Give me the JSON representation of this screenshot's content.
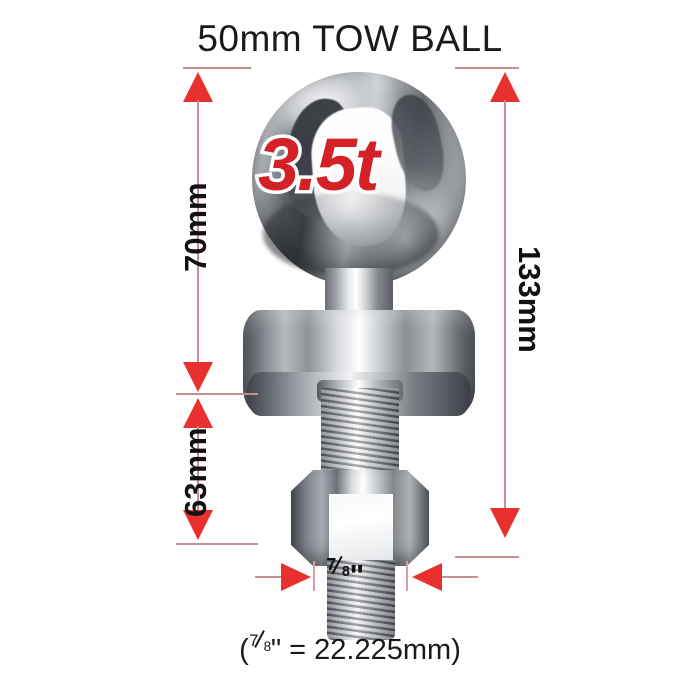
{
  "title": "50mm TOW BALL",
  "product": {
    "name": "tow-ball",
    "badge_label": "3.5t"
  },
  "dimensions": {
    "ball_height": "70mm",
    "shank_height": "63mm",
    "overall_height": "133mm",
    "shank_diameter_num": "7",
    "shank_diameter_den": "8",
    "shank_diameter_unit": "\"",
    "shank_diameter_full": "7/8\""
  },
  "footnote": {
    "open": "(",
    "num": "7",
    "den": "8",
    "unit": "\"",
    "equals": " = 22.225mm)"
  },
  "colors": {
    "arrow_red": "#e8302f",
    "dimension_line": "#d08a90",
    "badge_red": "#d42027",
    "text_black": "#111111",
    "background": "#ffffff"
  }
}
